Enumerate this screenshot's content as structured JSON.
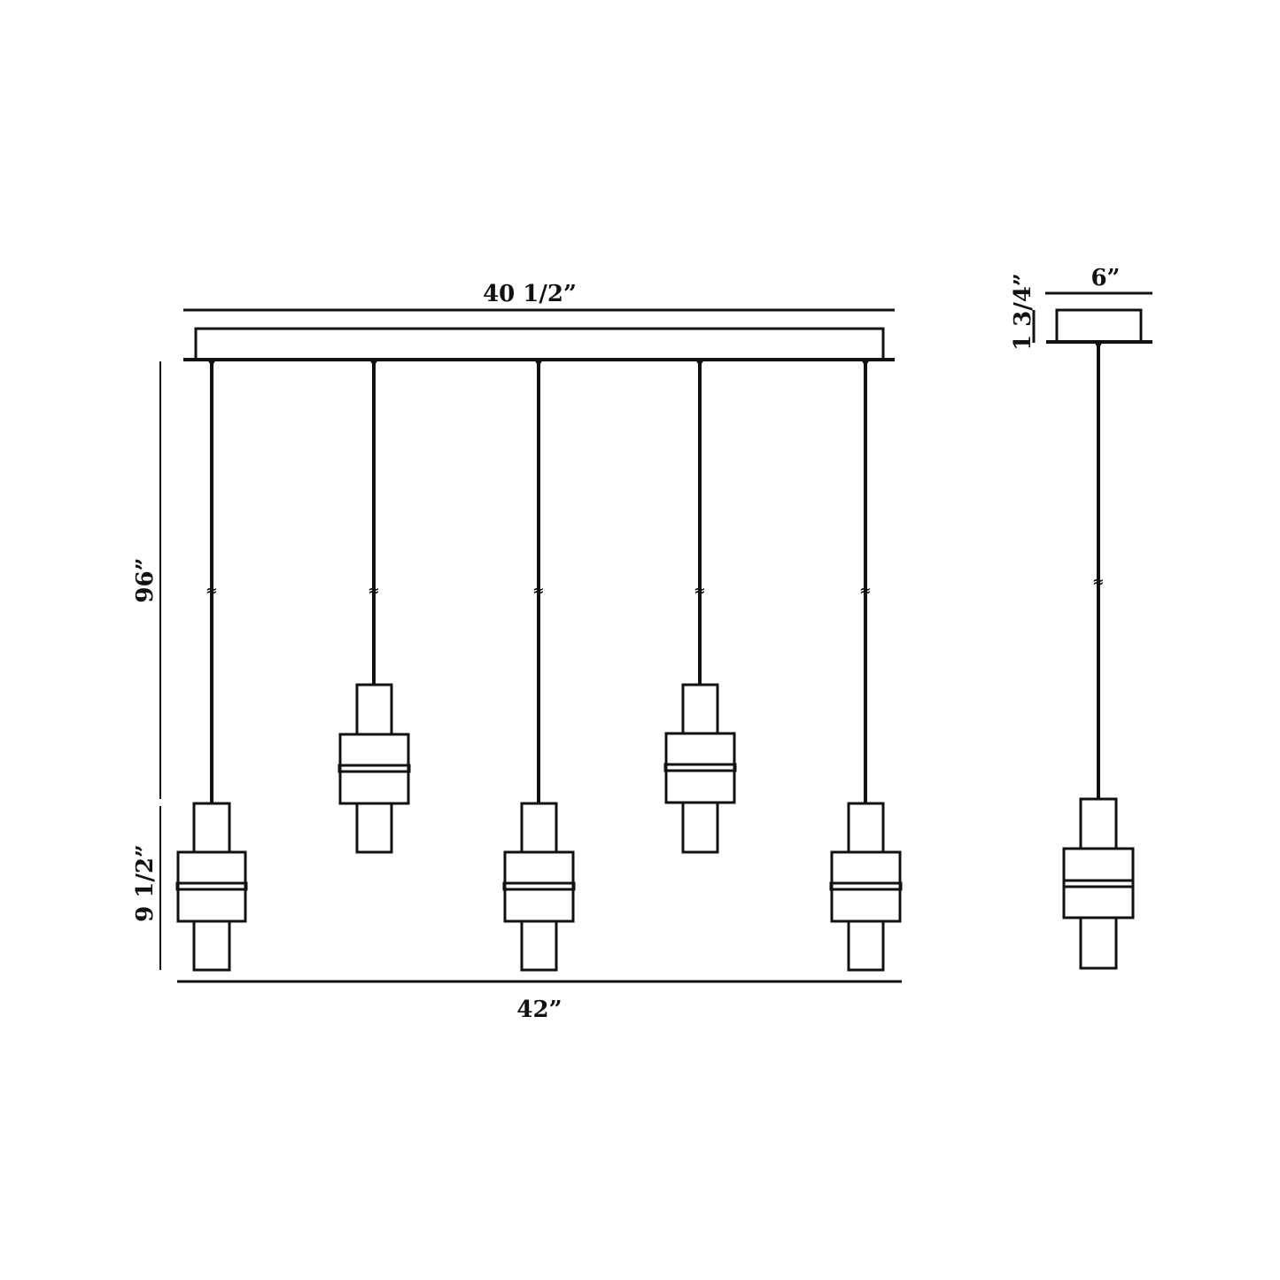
{
  "diagram": {
    "type": "technical-dimension-drawing",
    "subject": "linear 5-light pendant fixture",
    "colors": {
      "line": "#111111",
      "background": "#ffffff"
    },
    "front_view": {
      "dimensions": {
        "canopy_width": "40 1/2”",
        "overall_width": "42”",
        "max_height": "96”",
        "shade_height": "9 1/2”"
      },
      "pendant_count": 5,
      "pendants": [
        {
          "position": "low"
        },
        {
          "position": "high"
        },
        {
          "position": "low"
        },
        {
          "position": "high"
        },
        {
          "position": "low"
        }
      ],
      "cord_break_symbol": "≈"
    },
    "side_view": {
      "dimensions": {
        "canopy_width": "6”",
        "canopy_height": "1 3/4”"
      },
      "cord_break_symbol": "≈"
    }
  }
}
